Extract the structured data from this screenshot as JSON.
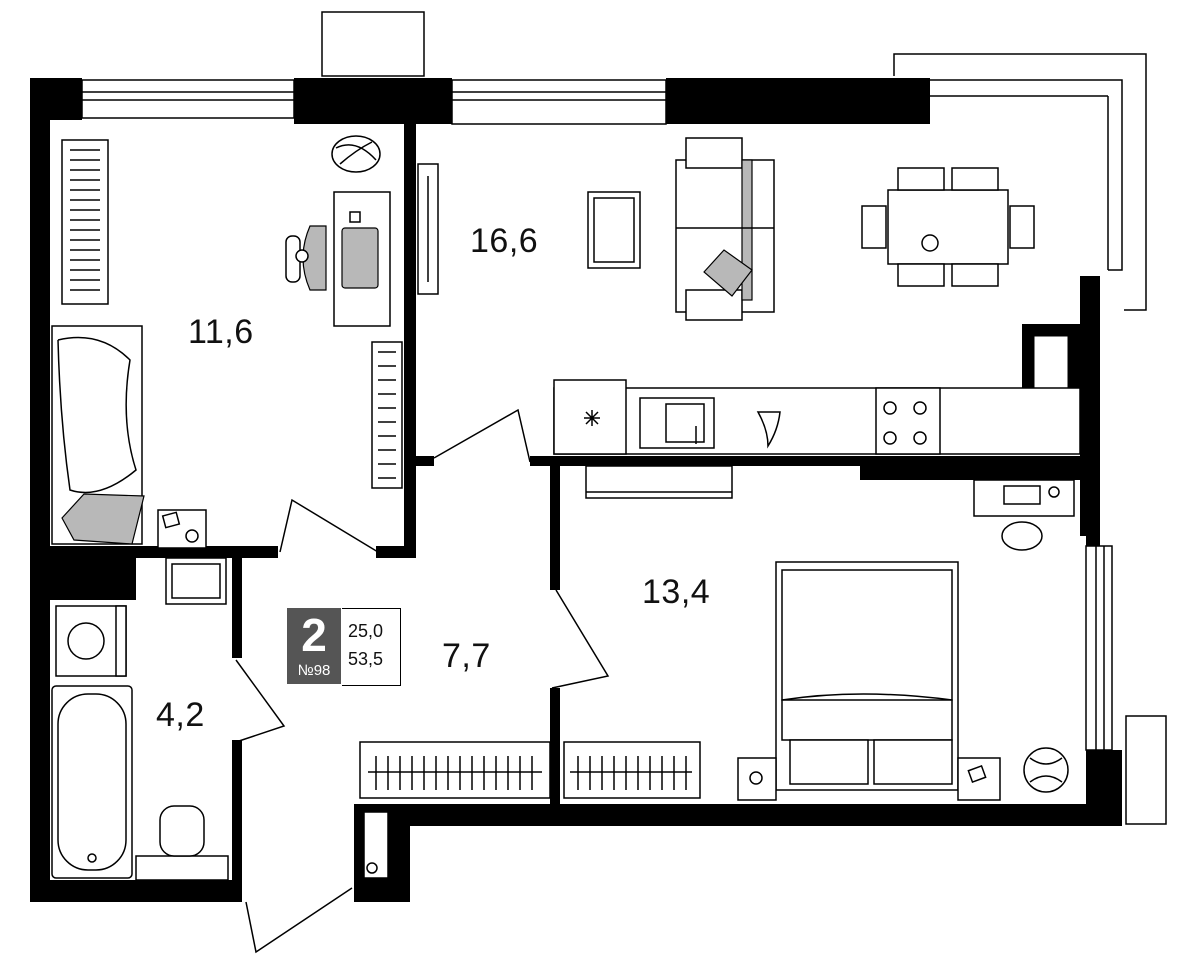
{
  "rooms": {
    "bedroom_small": {
      "area": "11,6"
    },
    "living_kitchen": {
      "area": "16,6"
    },
    "bedroom_main": {
      "area": "13,4"
    },
    "hallway": {
      "area": "7,7"
    },
    "bathroom": {
      "area": "4,2"
    }
  },
  "apartment": {
    "rooms_count": "2",
    "number": "№98",
    "living_area": "25,0",
    "total_area": "53,5"
  },
  "colors": {
    "wall": "#000000",
    "badge_background": "#555555",
    "furniture_accent": "#b8b8b8"
  }
}
